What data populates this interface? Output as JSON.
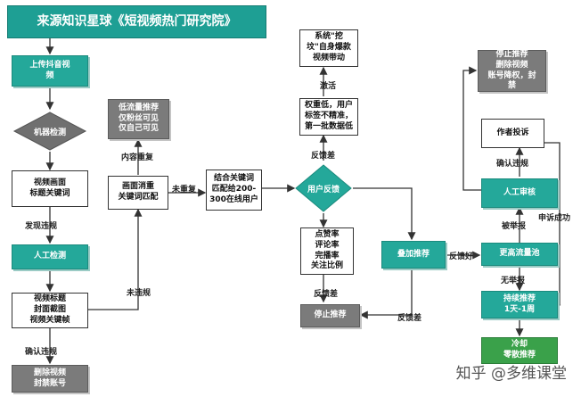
{
  "title": "来源知识星球《短视频热门研究院》",
  "nodes": {
    "upload": "上传抖音视\n频",
    "machine": "机器检测",
    "frame_check": "视频画面\n标题关键词",
    "human_check": "人工检测",
    "title_check": "视频标题\n封面截图\n视频关键帧",
    "delete_ban": "删除视频\n封禁账号",
    "low_traffic": "低流量推荐\n仅粉丝可见\n仅自己可见",
    "dedup": "画面消重\n关键词匹配",
    "match_users": "结合关键词\n匹配给200-\n300在线用户",
    "user_feedback": "用户反馈",
    "metrics": "点赞率\n评论率\n完播率\n关注比例",
    "stop1": "停止推荐",
    "low_weight": "权重低，用户\n标签不精准，\n第一批数据低",
    "sys_push": "系统\"挖\n坟\"自身爆款\n视频带动",
    "overlay": "叠加推荐",
    "high_pool": "更高流量池",
    "continuous": "持续推荐\n1天-1周",
    "cold": "冷却\n零散推荐",
    "human_review": "人工审核",
    "complaint": "作者投诉",
    "stop2": "停止推荐\n删除视频\n账号降权，封\n禁"
  },
  "edge_labels": {
    "found_violation": "发现违规",
    "confirm_violation": "确认违规",
    "no_violation": "未违规",
    "content_dup": "内容重复",
    "not_dup": "未重复",
    "feedback_bad_1": "反馈差",
    "feedback_bad_2": "反馈差",
    "feedback_bad_3": "反馈差",
    "activate": "激活",
    "feedback_good": "反馈好",
    "reported": "被举报",
    "no_report": "无举报",
    "confirm_violation_2": "确认违规",
    "appeal_success": "申诉成功"
  },
  "watermark": "知乎 @多维课堂",
  "colors": {
    "teal": "#24a89a",
    "gray": "#7b7b7b",
    "green": "#3aa14a",
    "edge": "#333333"
  }
}
